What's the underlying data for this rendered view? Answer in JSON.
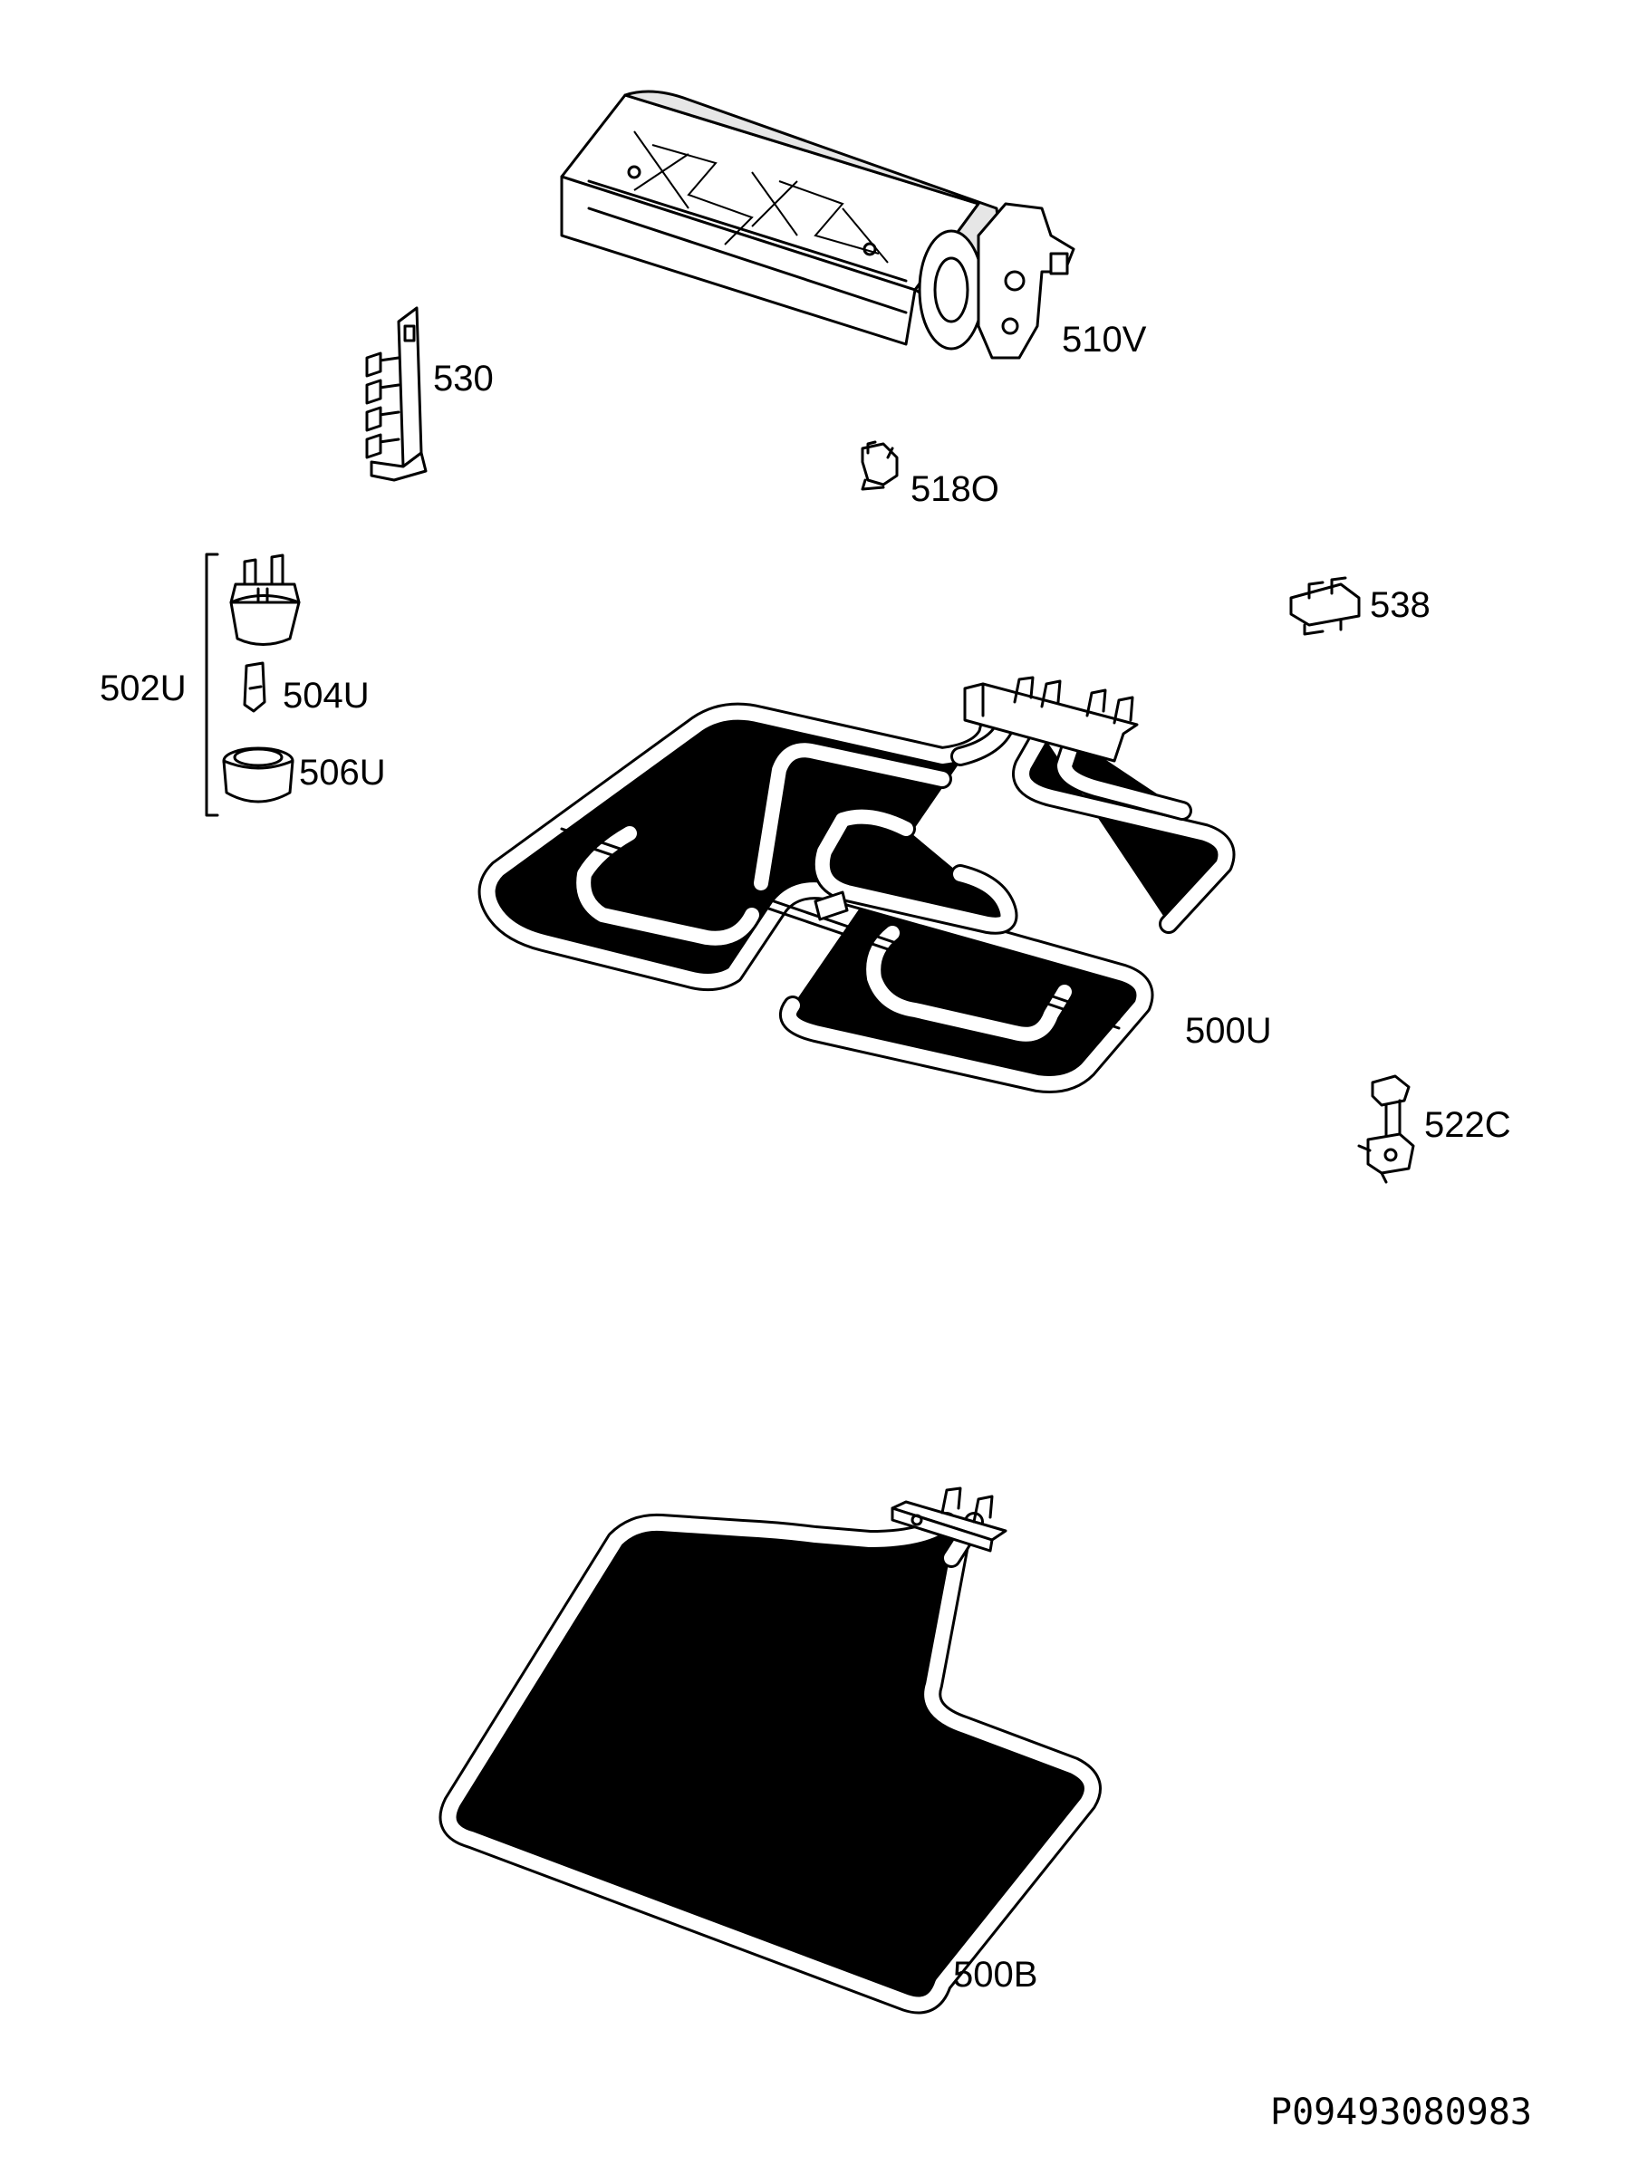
{
  "parts": {
    "p510V": "510V",
    "p530": "530",
    "p518O": "518O",
    "p538": "538",
    "p502U": "502U",
    "p504U": "504U",
    "p506U": "506U",
    "p500U": "500U",
    "p522C": "522C",
    "p500B": "500B"
  },
  "drawing_code": "P09493080983",
  "colors": {
    "line": "#000000",
    "background": "#ffffff"
  }
}
